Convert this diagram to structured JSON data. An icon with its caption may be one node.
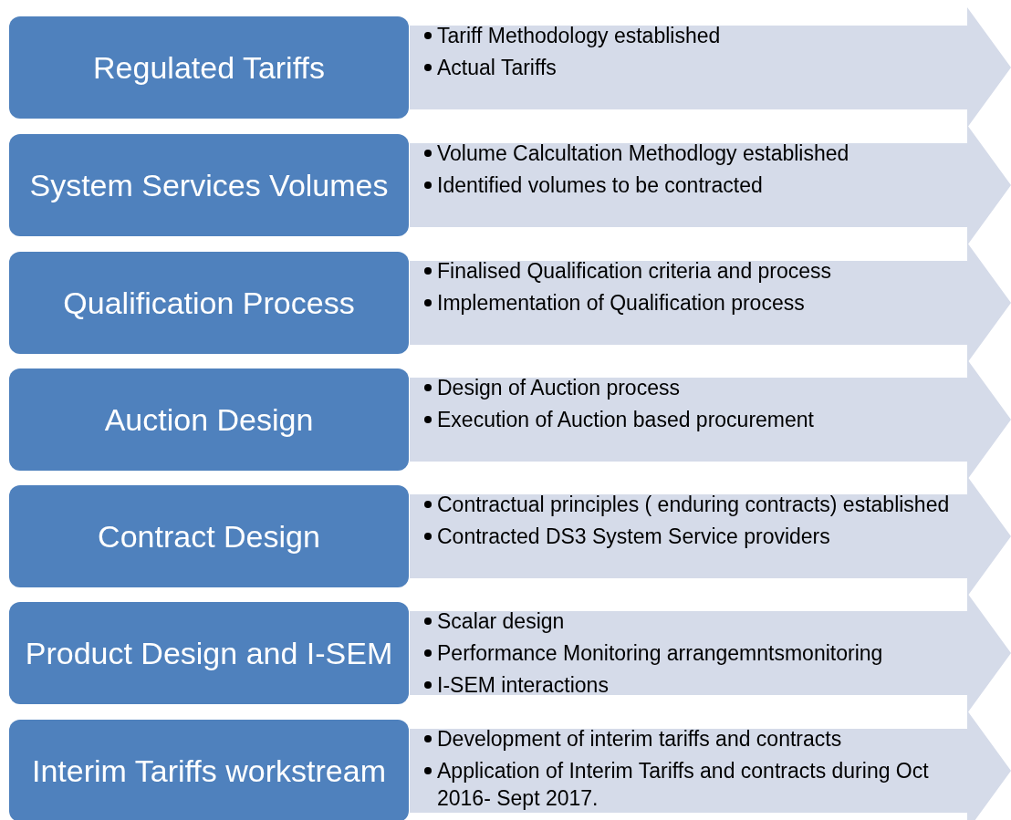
{
  "diagram": {
    "nodes": [
      {
        "text": [
          "Regulated Tariffs"
        ]
      },
      {
        "text": [
          "Tariff Methodology established",
          "Actual Tariffs"
        ]
      },
      {
        "text": [
          "System Services Volumes"
        ]
      },
      {
        "text": [
          "Volume Calcultation Methodlogy established",
          "Identified volumes to be contracted"
        ]
      },
      {
        "text": [
          "Qualification Process"
        ]
      },
      {
        "text": [
          "Finalised Qualification criteria and process",
          "Implementation of Qualification process"
        ]
      },
      {
        "text": [
          "Auction Design"
        ]
      },
      {
        "text": [
          "Design of Auction process",
          "Execution of Auction based procurement"
        ]
      },
      {
        "text": [
          "Contract Design"
        ]
      },
      {
        "text": [
          "Contractual principles ( enduring contracts) established",
          "Contracted DS3 System Service providers"
        ]
      },
      {
        "text": [
          "Product Design and I-SEM"
        ]
      },
      {
        "text": [
          "Scalar design",
          "Performance Monitoring arrangemntsmonitoring",
          "I-SEM interactions"
        ]
      },
      {
        "text": [
          "Interim Tariffs workstream"
        ]
      },
      {
        "text": [
          "Development of interim tariffs and contracts",
          "Application of Interim Tariffs and contracts during Oct 2016- Sept 2017."
        ]
      }
    ],
    "edges": []
  }
}
